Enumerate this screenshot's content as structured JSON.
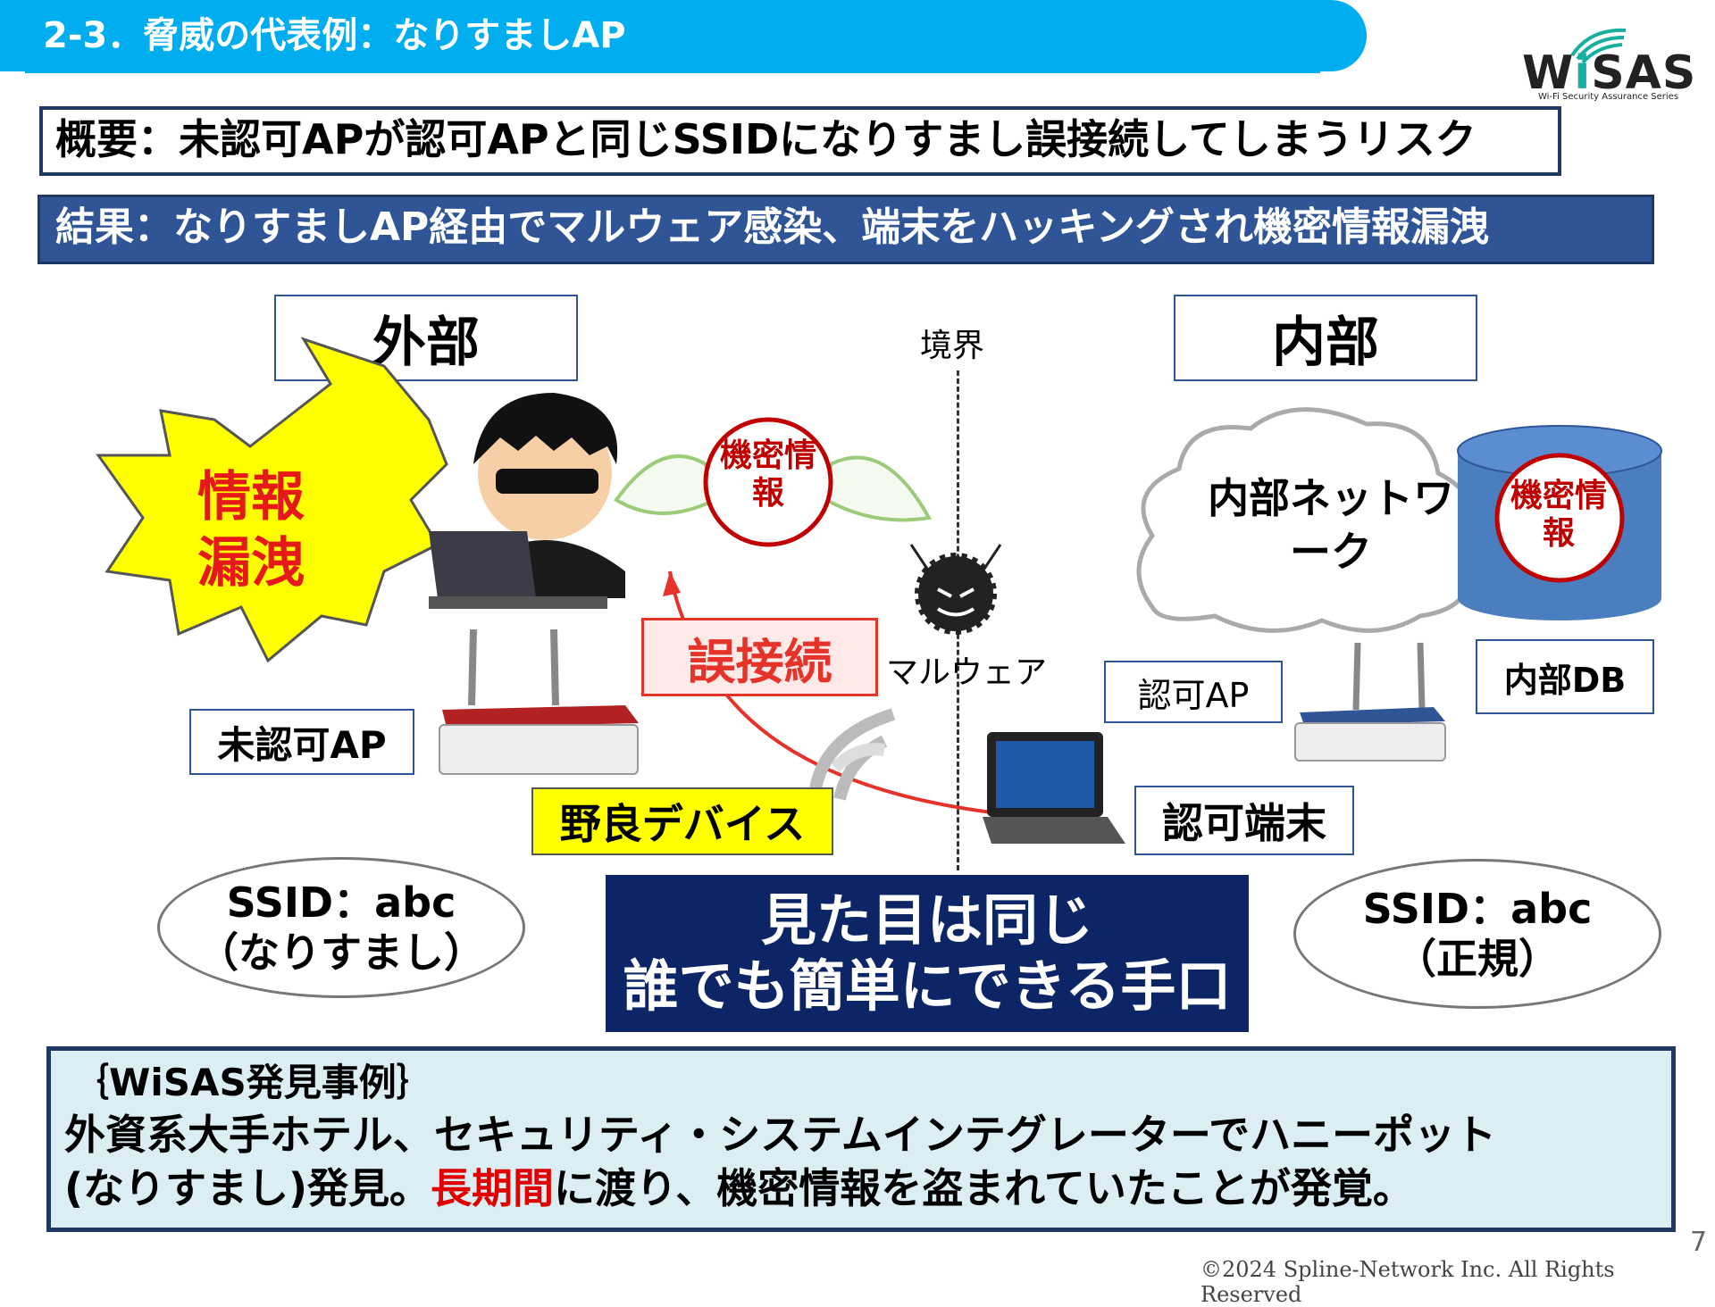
{
  "header": {
    "title": "2-3．脅威の代表例：なりすましAP"
  },
  "logo": {
    "name": "WiSAS",
    "tagline": "Wi-Fi Security Assurance Series"
  },
  "summary": "概要：未認可APが認可APと同じSSIDになりすまし誤接続してしまうリスク",
  "result": "結果：なりすましAP経由でマルウェア感染、端末をハッキングされ機密情報漏洩",
  "diagram": {
    "outside": "外部",
    "inside": "内部",
    "boundary": "境界",
    "leak": "情報漏洩",
    "secret_wing": "機密情報",
    "secret_db": "機密情報",
    "internal_network": "内部ネットワーク",
    "unauth_ap": "未認可AP",
    "rogue_device": "野良デバイス",
    "misconnect": "誤接続",
    "malware": "マルウェア",
    "auth_ap": "認可AP",
    "internal_db": "内部DB",
    "auth_terminal": "認可端末",
    "ssid_fake_line1": "SSID：abc",
    "ssid_fake_line2": "（なりすまし）",
    "ssid_legit_line1": "SSID：abc",
    "ssid_legit_line2": "（正規）",
    "callout_line1": "見た目は同じ",
    "callout_line2": "誰でも簡単にできる手口"
  },
  "case_study": {
    "title": "｛WiSAS発見事例｝",
    "line1": "外資系大手ホテル、セキュリティ・システムインテグレーターでハニーポット",
    "line2_pre": "(なりすまし)発見。",
    "line2_highlight": "長期間",
    "line2_post": "に渡り、機密情報を盗まれていたことが発覚。"
  },
  "footer": {
    "page": "7",
    "copyright": "©2024 Spline-Network Inc. All Rights Reserved"
  },
  "colors": {
    "title_bar": "#00aeef",
    "result_bg": "#2f5597",
    "callout_bg": "#0b2566",
    "alert_red": "#e61919",
    "case_bg": "#dbeef4"
  }
}
